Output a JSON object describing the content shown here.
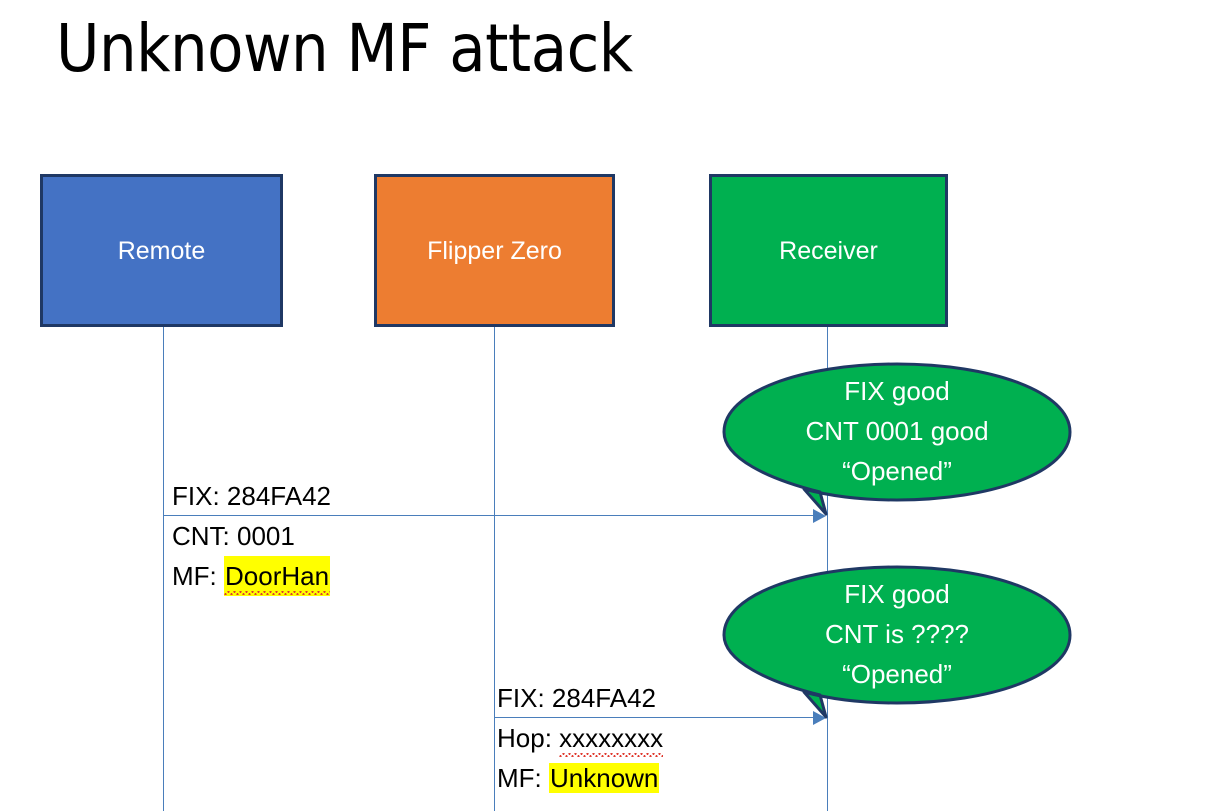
{
  "slide": {
    "title": "Unknown MF attack",
    "background": "#ffffff"
  },
  "colors": {
    "remote": "#4472c4",
    "flipper": "#ed7d31",
    "receiver": "#00b050",
    "box_border": "#1f3864",
    "lifeline": "#4a7ebb",
    "highlight": "#ffff00",
    "spellcheck_underline": "#e03a2f",
    "bubble_fill": "#00b050",
    "bubble_border": "#1f3864"
  },
  "actors": [
    {
      "id": "remote",
      "label": "Remote"
    },
    {
      "id": "flipper",
      "label": "Flipper Zero"
    },
    {
      "id": "receiver",
      "label": "Receiver"
    }
  ],
  "messages": [
    {
      "id": "msg-1",
      "from": "remote",
      "to": "receiver",
      "lines": [
        {
          "label": "FIX:",
          "value": "284FA42",
          "highlight": false,
          "spellcheck": false
        },
        {
          "label": "CNT:",
          "value": "0001",
          "highlight": false,
          "spellcheck": false
        },
        {
          "label": "MF:",
          "value": "DoorHan",
          "highlight": true,
          "spellcheck": true
        }
      ]
    },
    {
      "id": "msg-2",
      "from": "flipper",
      "to": "receiver",
      "lines": [
        {
          "label": "FIX:",
          "value": "284FA42",
          "highlight": false,
          "spellcheck": false
        },
        {
          "label": "Hop:",
          "value": "xxxxxxxx",
          "highlight": false,
          "spellcheck": true
        },
        {
          "label": "MF:",
          "value": "Unknown",
          "highlight": true,
          "spellcheck": false
        }
      ]
    }
  ],
  "bubbles": [
    {
      "id": "bubble-1",
      "attached_to": "receiver",
      "lines": [
        "FIX good",
        "CNT 0001 good",
        "“Opened”"
      ]
    },
    {
      "id": "bubble-2",
      "attached_to": "receiver",
      "lines": [
        "FIX good",
        "CNT is ????",
        "“Opened”"
      ]
    }
  ]
}
